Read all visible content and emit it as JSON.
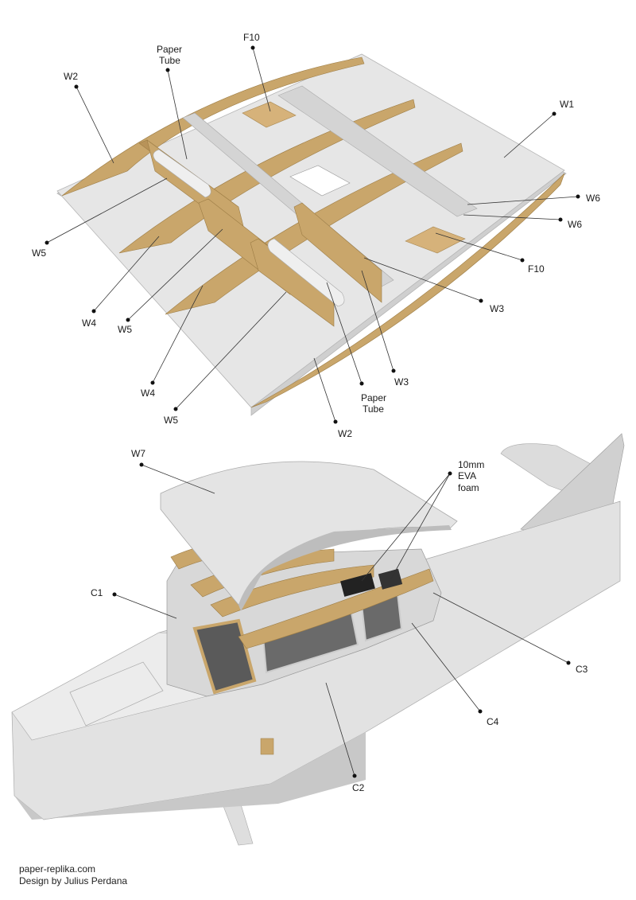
{
  "top_labels": {
    "paper_tube_top": [
      "Paper",
      "Tube"
    ],
    "f10_top": "F10",
    "w2_top": "W2",
    "w1": "W1",
    "w6_a": "W6",
    "w6_b": "W6",
    "f10_right": "F10",
    "w3_a": "W3",
    "w3_b": "W3",
    "paper_tube_bottom": [
      "Paper",
      "Tube"
    ],
    "w2_bottom": "W2",
    "w5_a": "W5",
    "w4_a": "W4",
    "w5_b": "W5",
    "w4_b": "W4",
    "w5_c": "W5"
  },
  "bottom_labels": {
    "w7": "W7",
    "eva_foam": [
      "10mm",
      "EVA",
      "foam"
    ],
    "c1": "C1",
    "c3": "C3",
    "c4": "C4",
    "c2": "C2"
  },
  "colors": {
    "balsa": "#c9a66b",
    "paper": "#e6e6e6"
  },
  "credits": {
    "site": "paper-replika.com",
    "designer": "Design by Julius Perdana"
  }
}
